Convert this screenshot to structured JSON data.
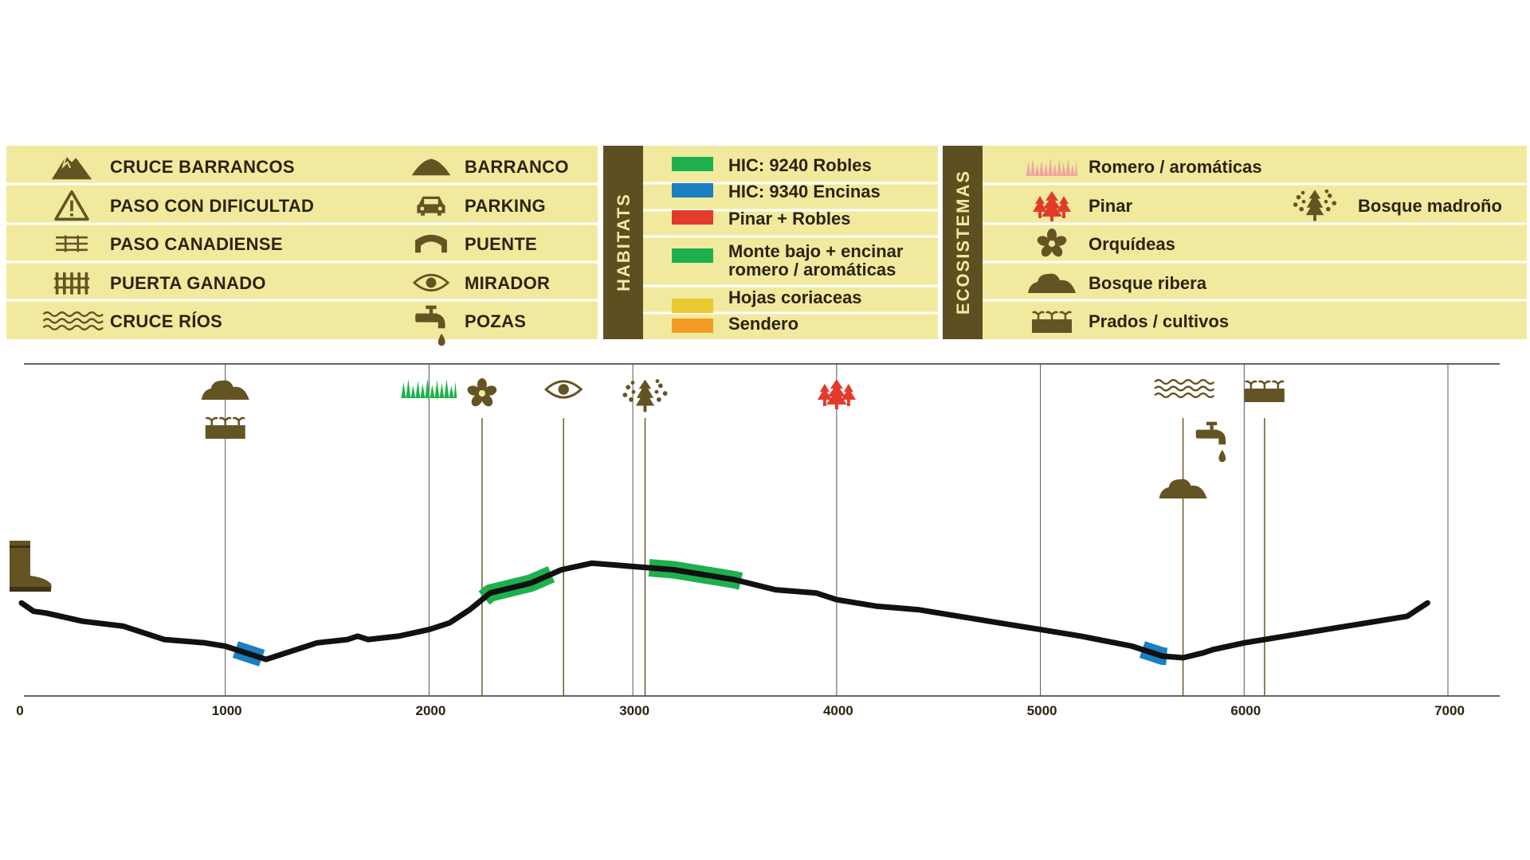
{
  "legend_symbols": {
    "left": [
      {
        "icon": "mountain-icon",
        "label": "CRUCE BARRANCOS"
      },
      {
        "icon": "warning-icon",
        "label": "PASO CON DIFICULTAD"
      },
      {
        "icon": "cattle-grid-icon",
        "label": "PASO CANADIENSE"
      },
      {
        "icon": "gate-icon",
        "label": "PUERTA GANADO"
      },
      {
        "icon": "waves-icon",
        "label": "CRUCE RÍOS"
      }
    ],
    "right": [
      {
        "icon": "ravine-icon",
        "label": "BARRANCO"
      },
      {
        "icon": "car-icon",
        "label": "PARKING"
      },
      {
        "icon": "bridge-icon",
        "label": "PUENTE"
      },
      {
        "icon": "eye-icon",
        "label": "MIRADOR"
      },
      {
        "icon": "tap-icon",
        "label": "POZAS"
      }
    ]
  },
  "habitats": {
    "title": "HABITATS",
    "items": [
      {
        "color": "#1eb04d",
        "line1": "HIC: 9240 Robles"
      },
      {
        "color": "#1b7fc3",
        "line1": "HIC: 9340 Encinas"
      },
      {
        "color": "#e33b2b",
        "line1": "Pinar + Robles"
      },
      {
        "color": "#1eb04d",
        "line1": "Monte bajo + encinar",
        "line2": "romero / aromáticas"
      },
      {
        "color": "#ecc931",
        "line1": "Hojas coriaceas"
      },
      {
        "color": "#f39b24",
        "line1": "Sendero"
      }
    ]
  },
  "ecosistemas": {
    "title": "ECOSISTEMAS",
    "items": [
      {
        "icon": "grass-icon",
        "label": "Romero / aromáticas"
      },
      {
        "icon": "pine-icon",
        "label": "Pinar"
      },
      {
        "icon": "flower-icon",
        "label": "Orquídeas"
      },
      {
        "icon": "bush-icon",
        "label": "Bosque ribera"
      },
      {
        "icon": "crops-icon",
        "label": "Prados / cultivos"
      }
    ],
    "extra": {
      "icon": "madrono-icon",
      "label": "Bosque madroño"
    }
  },
  "colors": {
    "panel": "#f1ea9e",
    "dark": "#5e4f22",
    "icon": "#655423",
    "profile": "#111111"
  },
  "chart_data": {
    "type": "line",
    "x_ticks": [
      "0",
      "1000",
      "2000",
      "3000",
      "4000",
      "5000",
      "6000",
      "7000"
    ],
    "xlim": [
      0,
      7300
    ],
    "profile": [
      [
        0,
        0.72
      ],
      [
        60,
        0.745
      ],
      [
        120,
        0.75
      ],
      [
        300,
        0.775
      ],
      [
        500,
        0.79
      ],
      [
        700,
        0.83
      ],
      [
        900,
        0.84
      ],
      [
        1000,
        0.85
      ],
      [
        1200,
        0.89
      ],
      [
        1450,
        0.84
      ],
      [
        1600,
        0.83
      ],
      [
        1650,
        0.82
      ],
      [
        1700,
        0.83
      ],
      [
        1850,
        0.82
      ],
      [
        2000,
        0.8
      ],
      [
        2100,
        0.78
      ],
      [
        2200,
        0.74
      ],
      [
        2300,
        0.69
      ],
      [
        2500,
        0.66
      ],
      [
        2650,
        0.62
      ],
      [
        2800,
        0.6
      ],
      [
        3000,
        0.61
      ],
      [
        3200,
        0.62
      ],
      [
        3500,
        0.65
      ],
      [
        3700,
        0.68
      ],
      [
        3900,
        0.69
      ],
      [
        4000,
        0.71
      ],
      [
        4200,
        0.73
      ],
      [
        4400,
        0.74
      ],
      [
        4600,
        0.76
      ],
      [
        4800,
        0.78
      ],
      [
        5000,
        0.8
      ],
      [
        5200,
        0.82
      ],
      [
        5450,
        0.85
      ],
      [
        5600,
        0.88
      ],
      [
        5700,
        0.885
      ],
      [
        5800,
        0.87
      ],
      [
        5850,
        0.86
      ],
      [
        6000,
        0.84
      ],
      [
        6200,
        0.82
      ],
      [
        6400,
        0.8
      ],
      [
        6600,
        0.78
      ],
      [
        6800,
        0.76
      ],
      [
        6900,
        0.72
      ]
    ],
    "habitat_segments": [
      {
        "from": 1050,
        "to": 1180,
        "color": "#1b7fc3"
      },
      {
        "from": 2270,
        "to": 2600,
        "color": "#1eb04d"
      },
      {
        "from": 3080,
        "to": 3530,
        "color": "#1eb04d"
      },
      {
        "from": 5500,
        "to": 5620,
        "color": "#1b7fc3"
      }
    ],
    "markers": [
      {
        "km": 1000,
        "icons": [
          "bush-icon",
          "crops-icon"
        ]
      },
      {
        "km": 2000,
        "icons": [
          "grass-icon"
        ]
      },
      {
        "km": 2260,
        "icons": [
          "flower-icon"
        ]
      },
      {
        "km": 2660,
        "icons": [
          "eye-icon"
        ]
      },
      {
        "km": 3060,
        "icons": [
          "madrono-icon"
        ]
      },
      {
        "km": 4000,
        "icons": [
          "pine-icon"
        ]
      },
      {
        "km": 5700,
        "icons": [
          "waves-icon",
          "tap-icon",
          "bush-icon"
        ]
      },
      {
        "km": 6100,
        "icons": [
          "crops-icon"
        ]
      }
    ]
  }
}
